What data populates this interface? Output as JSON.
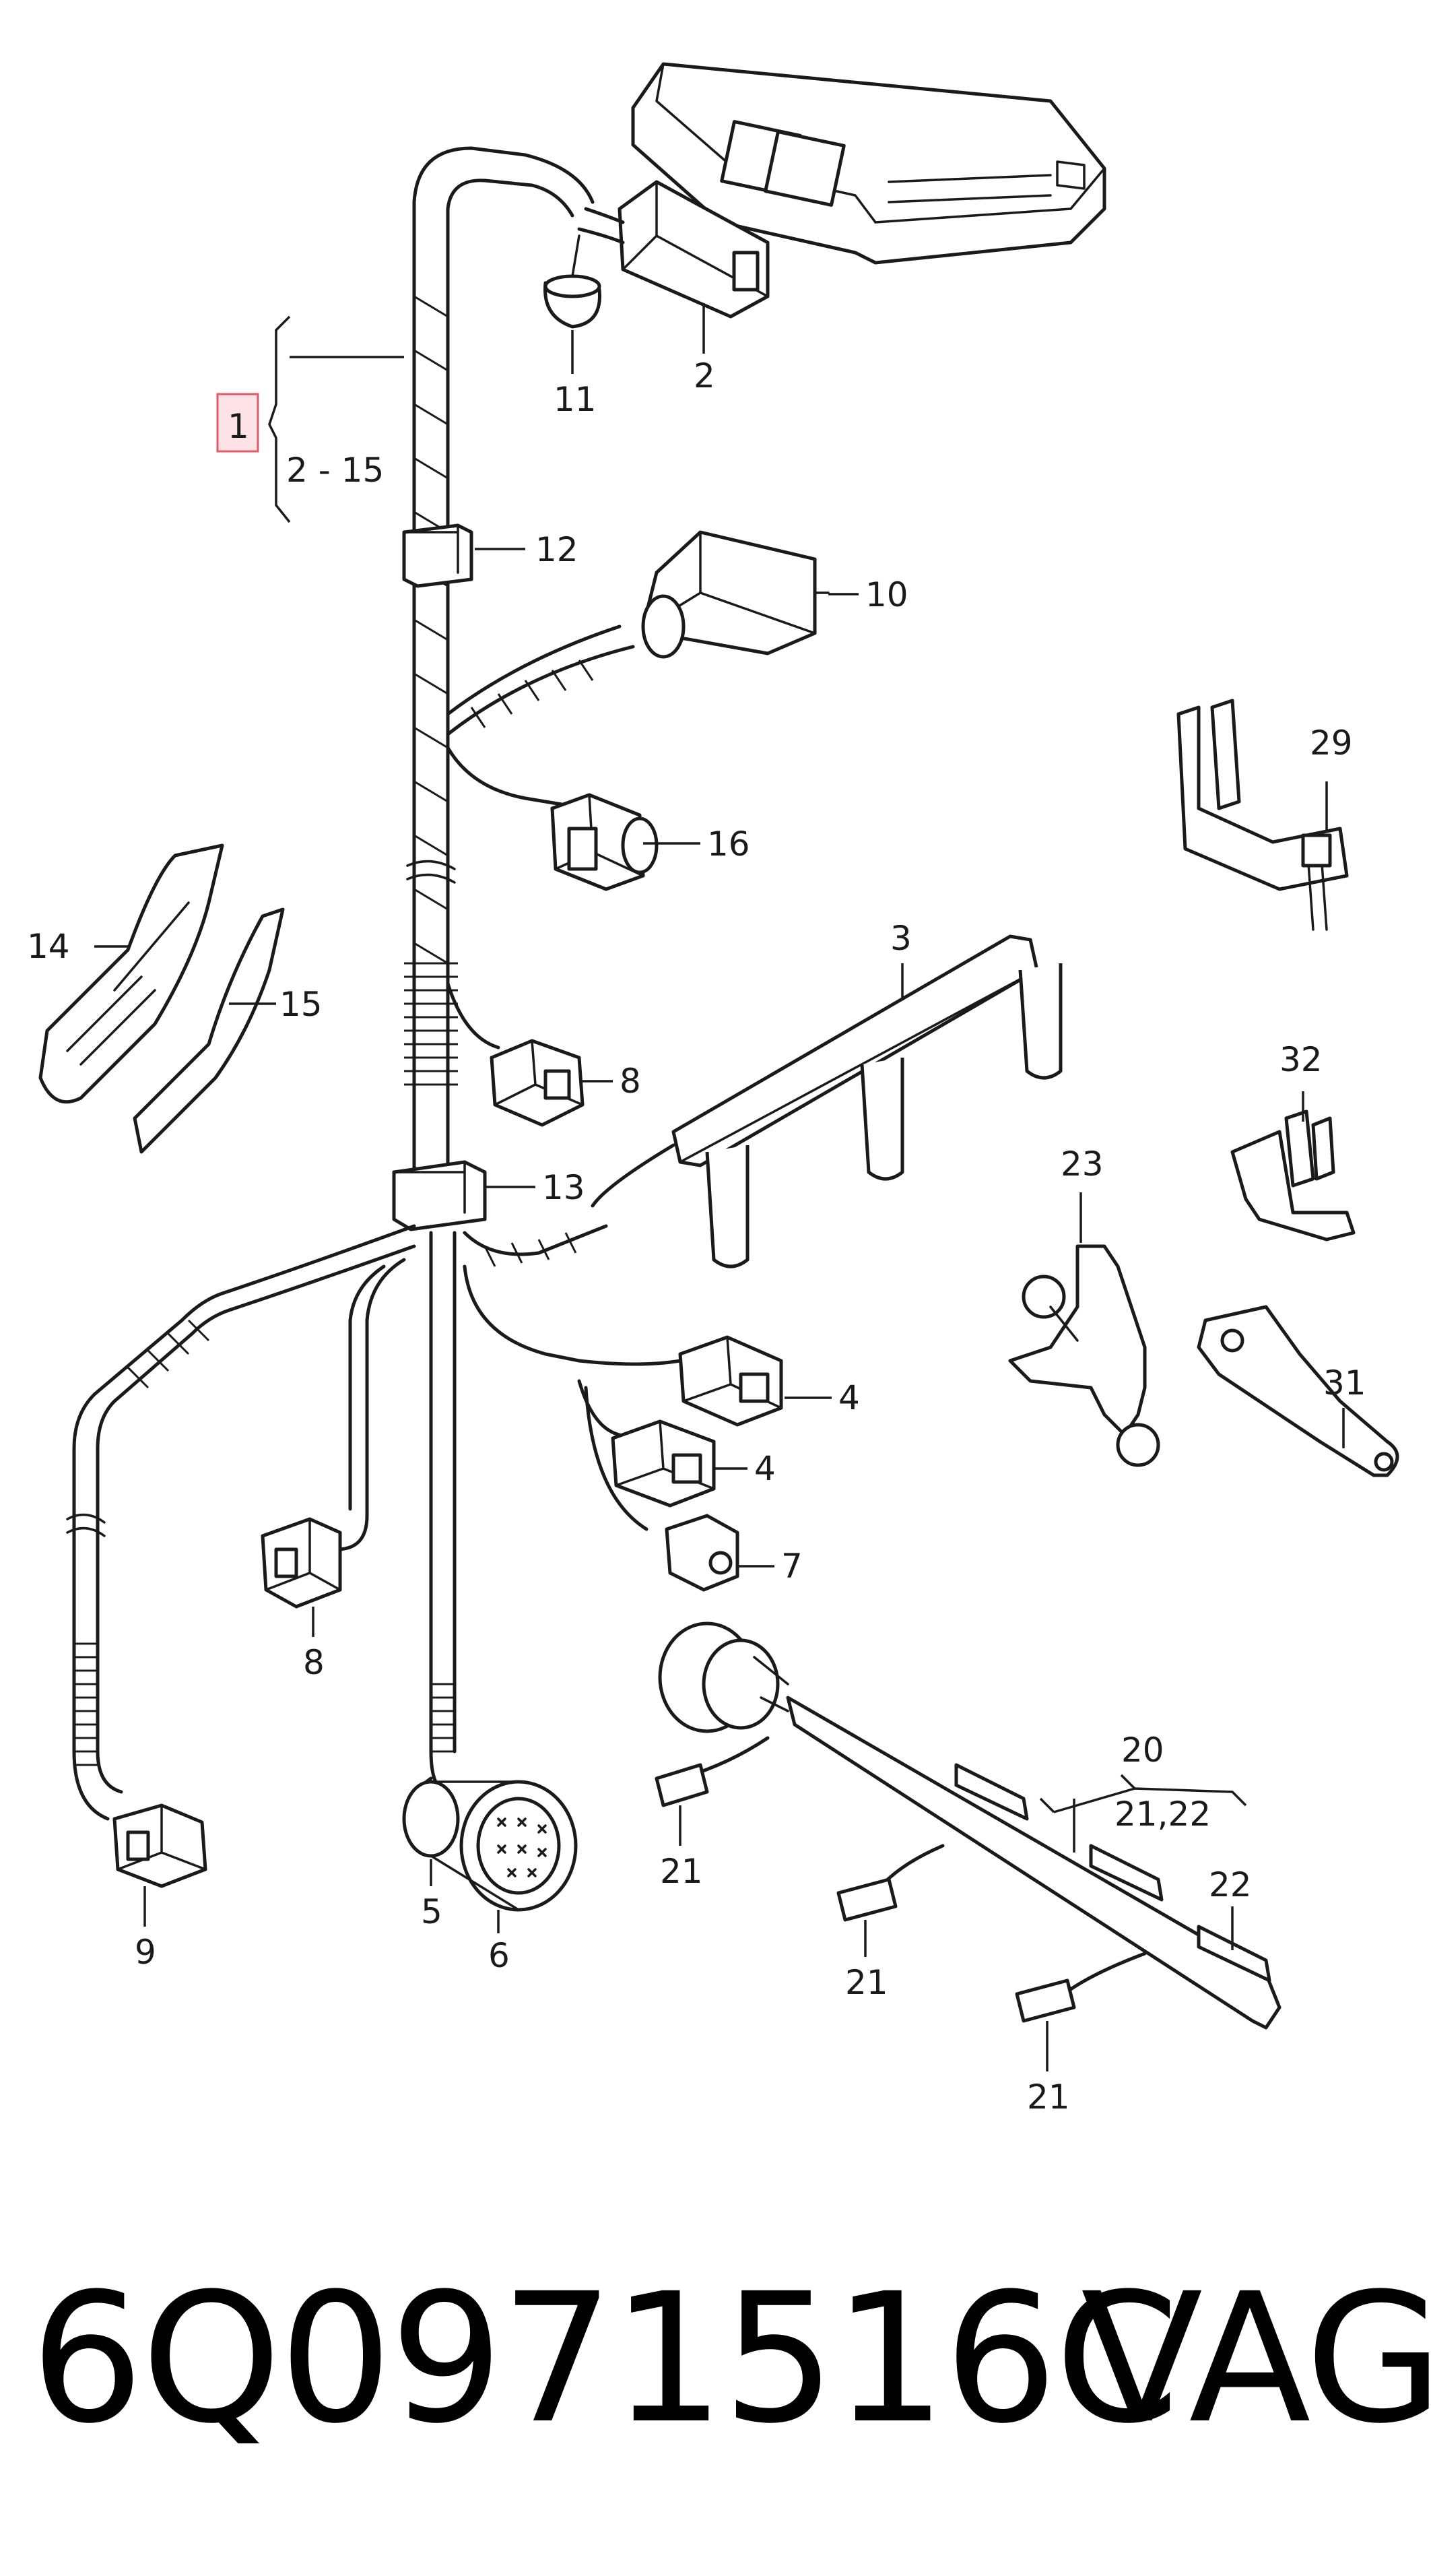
{
  "callouts": {
    "c1": "1",
    "c2_15": "2 - 15",
    "c2": "2",
    "c3": "3",
    "c4a": "4",
    "c4b": "4",
    "c5": "5",
    "c6": "6",
    "c7": "7",
    "c8a": "8",
    "c8b": "8",
    "c9": "9",
    "c10": "10",
    "c11": "11",
    "c12": "12",
    "c13": "13",
    "c14": "14",
    "c15": "15",
    "c16": "16",
    "c20": "20",
    "c20sub": "21,22",
    "c21a": "21",
    "c21b": "21",
    "c21c": "21",
    "c22": "22",
    "c23": "23",
    "c29": "29",
    "c31": "31",
    "c32": "32"
  },
  "footer": {
    "part_number": "6Q0971516C",
    "brand": "VAG"
  },
  "colors": {
    "line": "#1a1a1a",
    "highlight_fill": "#fde3e6",
    "highlight_border": "#e05a6a"
  }
}
